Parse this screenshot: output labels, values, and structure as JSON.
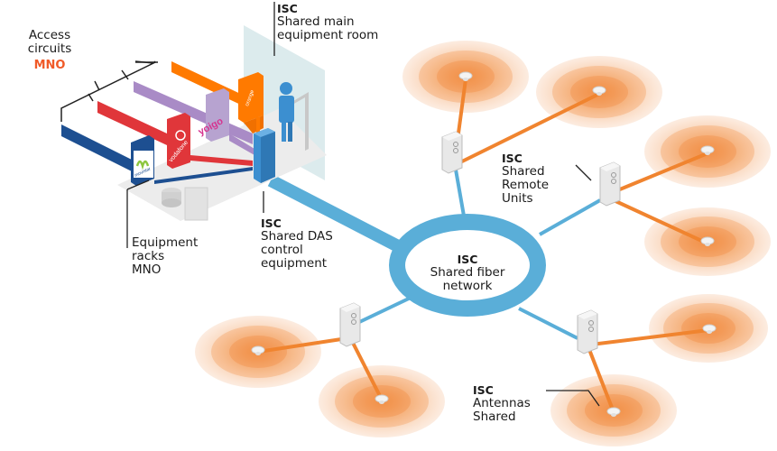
{
  "colors": {
    "fiber_blue": "#5aaed8",
    "antenna_orange": "#f0842f",
    "coverage_orange": "#f4a36b",
    "mno_red": "#f05a28",
    "movistar_blue": "#1d4f91",
    "vodafone_red": "#e0363a",
    "yoigo_purple": "#a98bc6",
    "orange_brand": "#ff7a00",
    "das_blue": "#3c8fd0"
  },
  "labels": {
    "access_circuits": {
      "line1": "Access",
      "line2": "circuits",
      "tag": "MNO"
    },
    "main_room": {
      "tag": "ISC",
      "line1": "Shared main",
      "line2": "equipment room"
    },
    "equipment_racks": {
      "line1": "Equipment",
      "line2": "racks",
      "line3": "MNO"
    },
    "das_control": {
      "tag": "ISC",
      "line1": "Shared DAS",
      "line2": "control",
      "line3": "equipment"
    },
    "fiber_network": {
      "tag": "ISC",
      "line1": "Shared fiber",
      "line2": "network"
    },
    "remote_units": {
      "tag": "ISC",
      "line1": "Shared",
      "line2": "Remote",
      "line3": "Units"
    },
    "antennas": {
      "tag": "ISC",
      "line1": "Antennas",
      "line2": "Shared"
    }
  },
  "operators": [
    {
      "name": "movistar",
      "color": "#1d4f91"
    },
    {
      "name": "vodafone",
      "color": "#e0363a"
    },
    {
      "name": "yoigo",
      "color": "#a98bc6"
    },
    {
      "name": "orange",
      "color": "#ff7a00"
    }
  ]
}
